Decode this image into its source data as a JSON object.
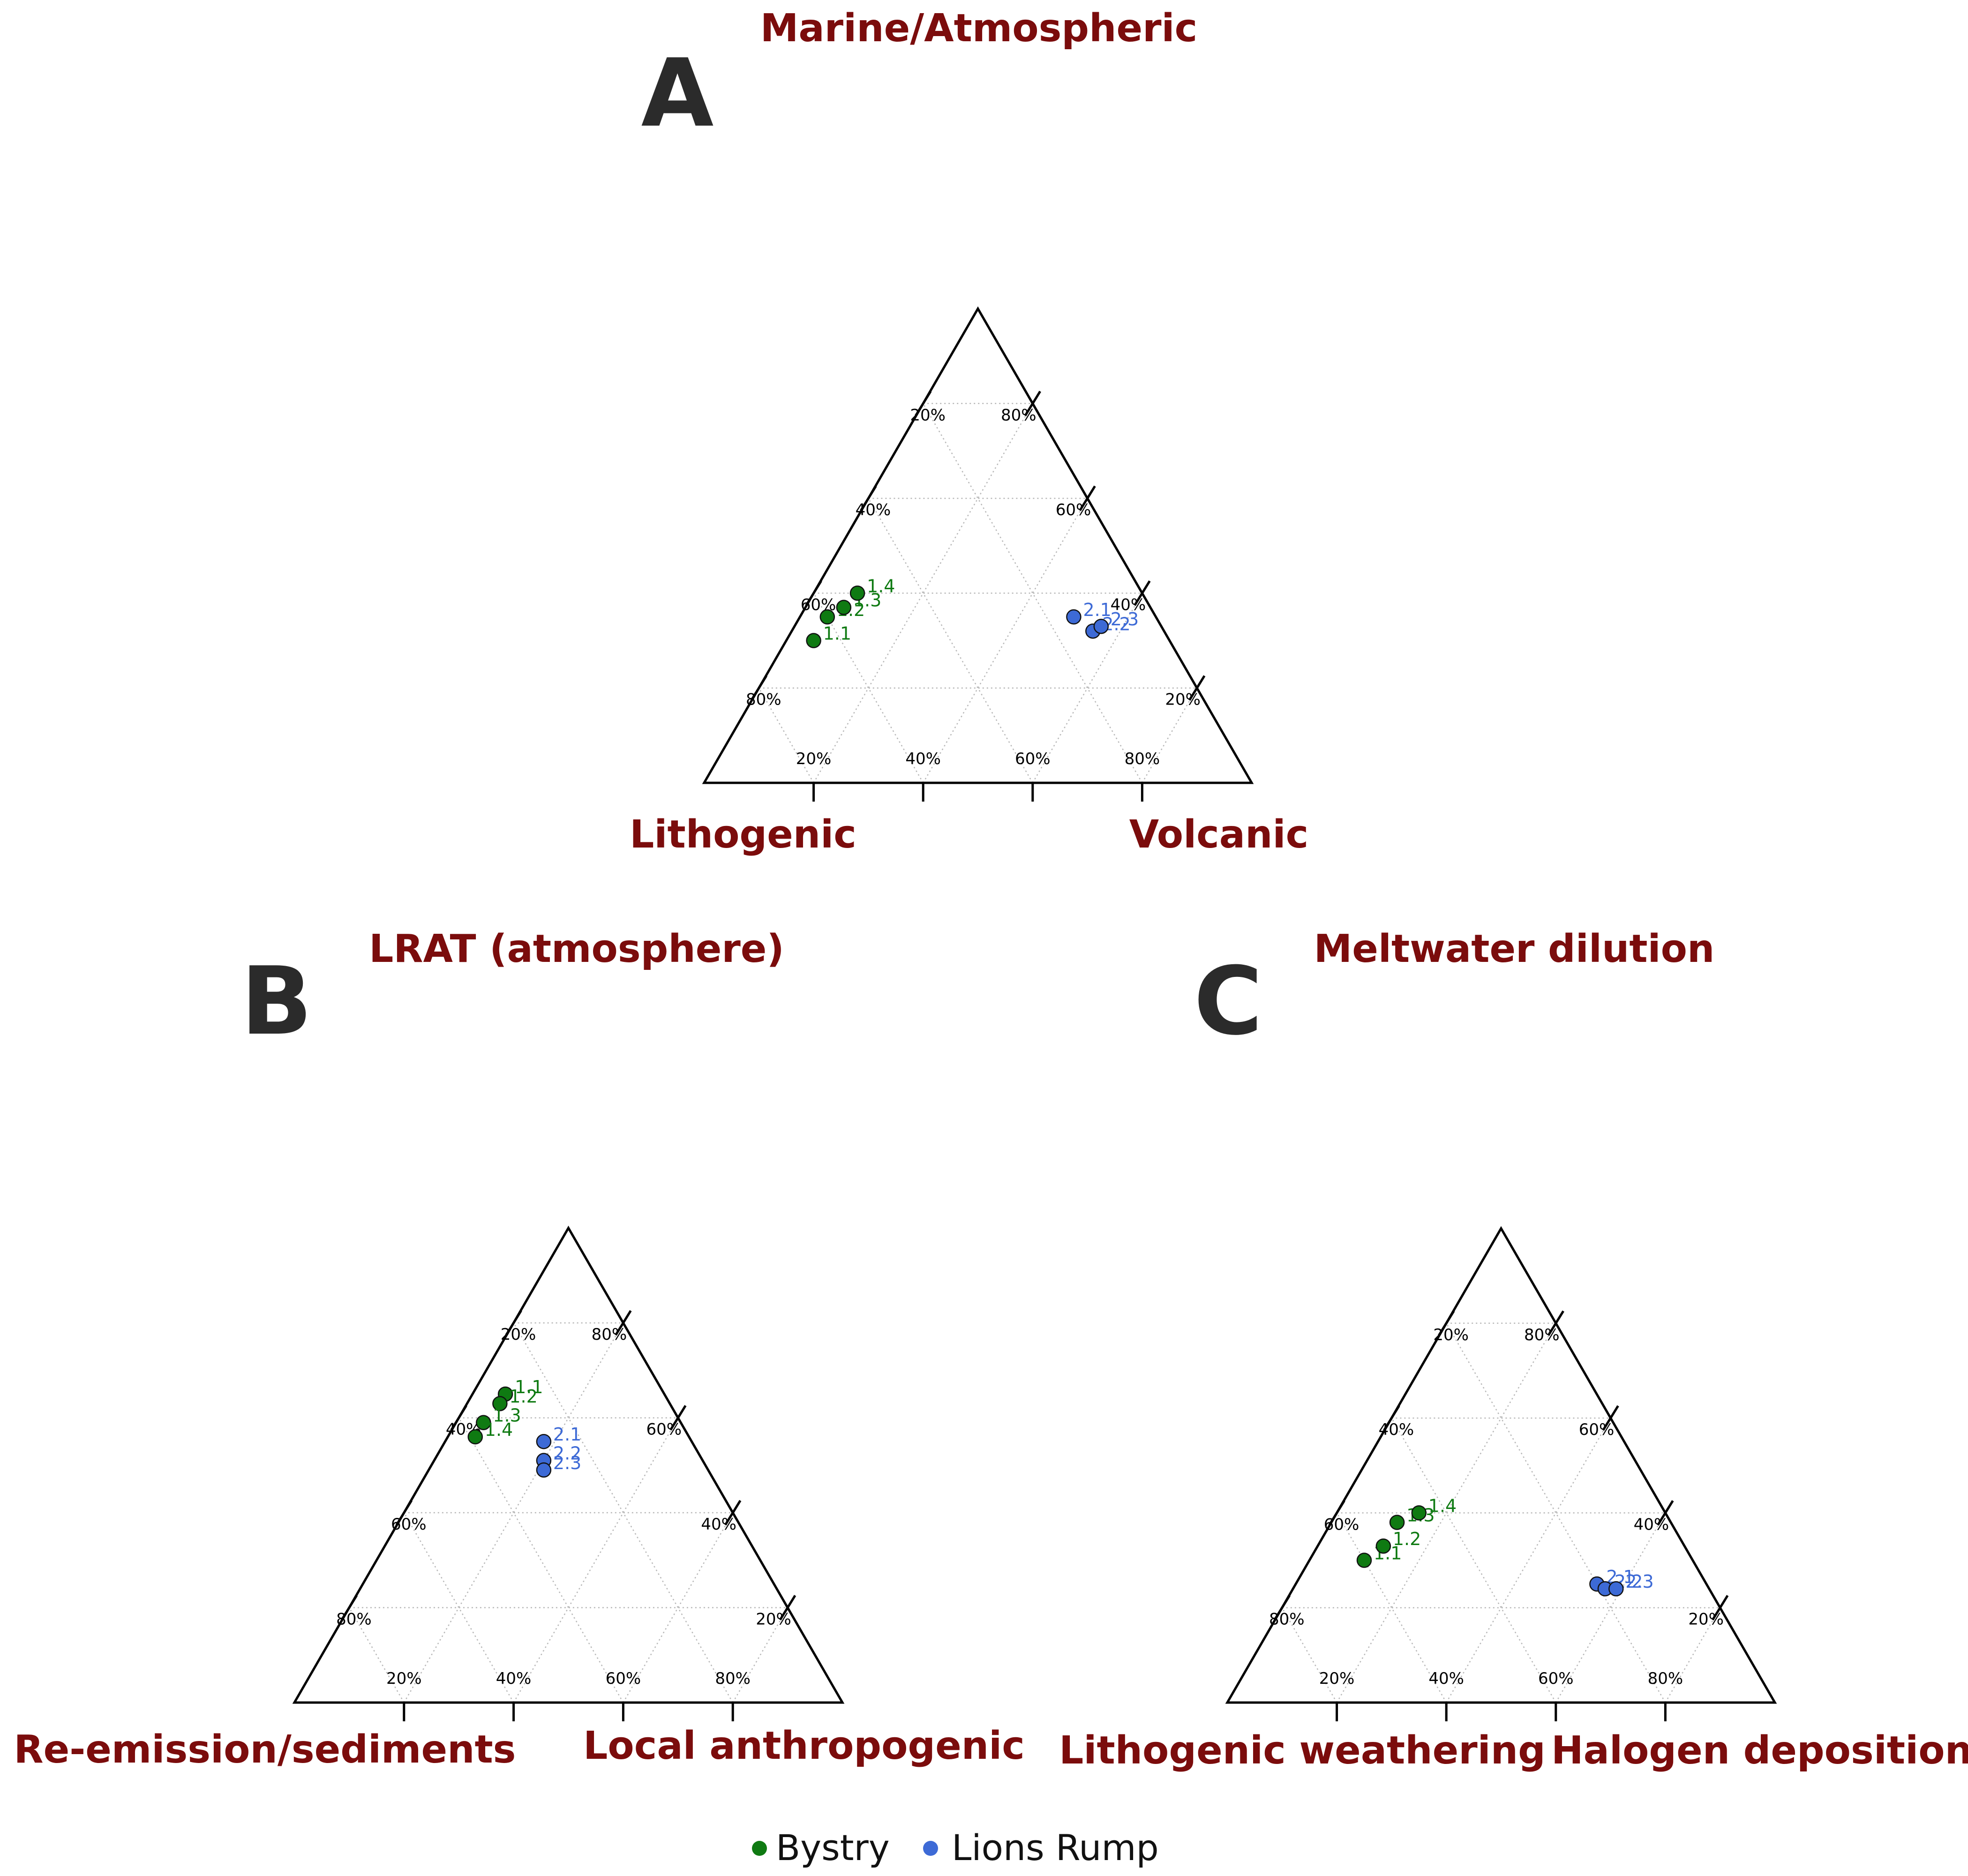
{
  "colors": {
    "bystry": "#0f7a12",
    "lions_rump": "#3d6ad6",
    "vertex_label": "#7b0c0c",
    "panel_letter": "#2b2b2b"
  },
  "legend": [
    {
      "name": "Bystry",
      "color": "#0f7a12"
    },
    {
      "name": "Lions Rump",
      "color": "#3d6ad6"
    }
  ],
  "chart_data": [
    {
      "type": "scatter",
      "subtype": "ternary",
      "panel": "A",
      "axes": {
        "top": "Marine/Atmospheric",
        "left": "Lithogenic",
        "right": "Volcanic"
      },
      "tick_labels": [
        "20%",
        "40%",
        "60%",
        "80%"
      ],
      "grid": true,
      "series": [
        {
          "name": "Bystry",
          "points": [
            {
              "label": "1.1",
              "top": 30,
              "left": 65,
              "right": 5
            },
            {
              "label": "1.2",
              "top": 35,
              "left": 60,
              "right": 5
            },
            {
              "label": "1.3",
              "top": 37,
              "left": 56,
              "right": 7
            },
            {
              "label": "1.4",
              "top": 40,
              "left": 52,
              "right": 8
            }
          ]
        },
        {
          "name": "Lions Rump",
          "points": [
            {
              "label": "2.1",
              "top": 35,
              "left": 15,
              "right": 50
            },
            {
              "label": "2.2",
              "top": 32,
              "left": 13,
              "right": 55
            },
            {
              "label": "2.3",
              "top": 33,
              "left": 11,
              "right": 56
            }
          ]
        }
      ]
    },
    {
      "type": "scatter",
      "subtype": "ternary",
      "panel": "B",
      "axes": {
        "top": "LRAT (atmosphere)",
        "left": "Re-emission/sediments",
        "right": "Local anthropogenic"
      },
      "tick_labels": [
        "20%",
        "40%",
        "60%",
        "80%"
      ],
      "grid": true,
      "series": [
        {
          "name": "Bystry",
          "points": [
            {
              "label": "1.1",
              "top": 65,
              "left": 29,
              "right": 6
            },
            {
              "label": "1.2",
              "top": 63,
              "left": 31,
              "right": 6
            },
            {
              "label": "1.3",
              "top": 59,
              "left": 36,
              "right": 5
            },
            {
              "label": "1.4",
              "top": 56,
              "left": 39,
              "right": 5
            }
          ]
        },
        {
          "name": "Lions Rump",
          "points": [
            {
              "label": "2.1",
              "top": 55,
              "left": 27,
              "right": 18
            },
            {
              "label": "2.2",
              "top": 51,
              "left": 29,
              "right": 20
            },
            {
              "label": "2.3",
              "top": 49,
              "left": 30,
              "right": 21
            }
          ]
        }
      ]
    },
    {
      "type": "scatter",
      "subtype": "ternary",
      "panel": "C",
      "axes": {
        "top": "Meltwater dilution",
        "left": "Lithogenic weathering",
        "right": "Halogen deposition"
      },
      "tick_labels": [
        "20%",
        "40%",
        "60%",
        "80%"
      ],
      "grid": true,
      "series": [
        {
          "name": "Bystry",
          "points": [
            {
              "label": "1.1",
              "top": 30,
              "left": 60,
              "right": 10
            },
            {
              "label": "1.2",
              "top": 33,
              "left": 55,
              "right": 12
            },
            {
              "label": "1.3",
              "top": 38,
              "left": 50,
              "right": 12
            },
            {
              "label": "1.4",
              "top": 40,
              "left": 45,
              "right": 15
            }
          ]
        },
        {
          "name": "Lions Rump",
          "points": [
            {
              "label": "2.1",
              "top": 25,
              "left": 20,
              "right": 55
            },
            {
              "label": "2.2",
              "top": 24,
              "left": 19,
              "right": 57
            },
            {
              "label": "2.3",
              "top": 24,
              "left": 17,
              "right": 59
            }
          ]
        }
      ]
    }
  ]
}
